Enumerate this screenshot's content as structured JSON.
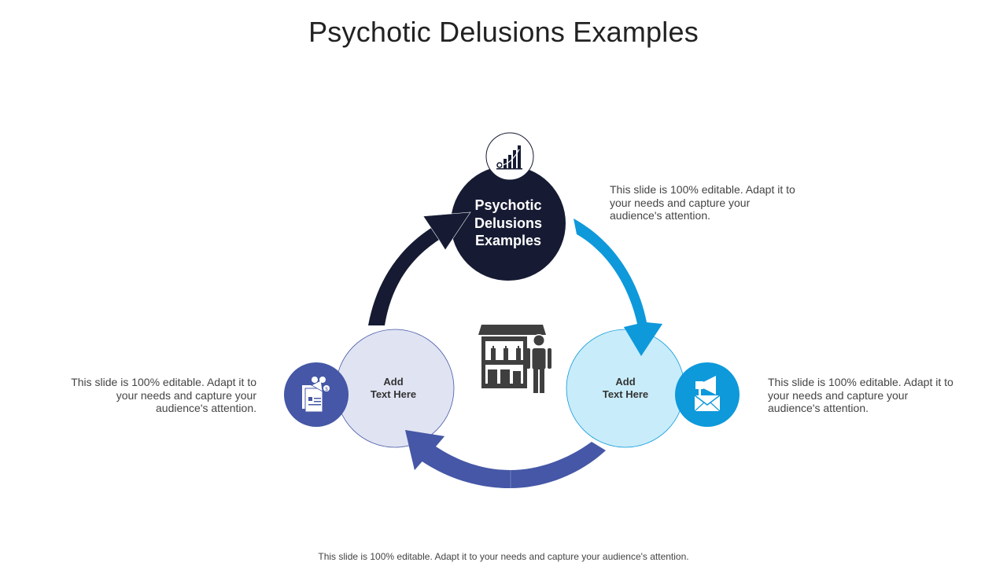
{
  "title": "Psychotic Delusions Examples",
  "center_node": {
    "label_lines": [
      "Psychotic",
      "Delusions",
      "Examples"
    ],
    "icon": "growth-chart-icon"
  },
  "left_node": {
    "label_lines": [
      "Add",
      "Text Here"
    ],
    "icon": "marketing-documents-icon"
  },
  "right_node": {
    "label_lines": [
      "Add",
      "Text Here"
    ],
    "icon": "email-marketing-megaphone-icon"
  },
  "middle_icon": "shop-vendor-person-icon",
  "descriptions": {
    "top_right": [
      "This slide is 100% editable. Adapt it to",
      "your needs and capture your",
      "audience's attention."
    ],
    "left": [
      "This slide is 100% editable. Adapt it to",
      "your needs and capture your",
      "audience's attention."
    ],
    "right": [
      "This slide is 100% editable. Adapt it to",
      "your needs and capture your",
      "audience's attention."
    ]
  },
  "footer": "This slide is 100% editable. Adapt it to your needs and capture your audience's attention.",
  "colors": {
    "dark_navy": "#161b33",
    "bright_blue": "#0e99db",
    "indigo": "#4557a6",
    "lavender_fill": "#e0e3f2",
    "light_blue_fill": "#c8ecfa",
    "icon_gray": "#3f3f3f"
  }
}
